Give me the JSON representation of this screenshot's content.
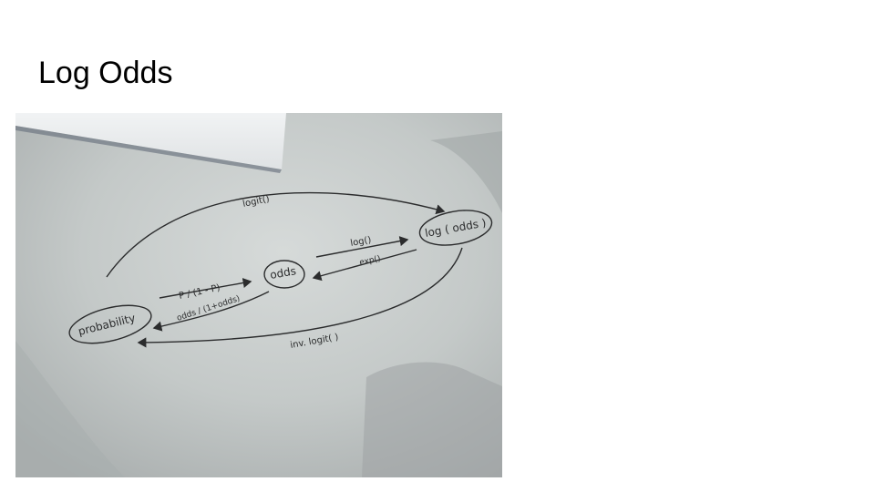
{
  "slide": {
    "title": "Log Odds"
  },
  "photo": {
    "nodes": {
      "probability": "probability",
      "odds": "odds",
      "log_odds": "log ( odds )"
    },
    "arrows": {
      "logit": "logit()",
      "p_over_1_minus_p": "P / (1 - P)",
      "odds_over_1_plus_odds": "odds / (1+odds)",
      "log": "log()",
      "exp": "exp()",
      "inv_logit": "inv. logit( )"
    }
  }
}
